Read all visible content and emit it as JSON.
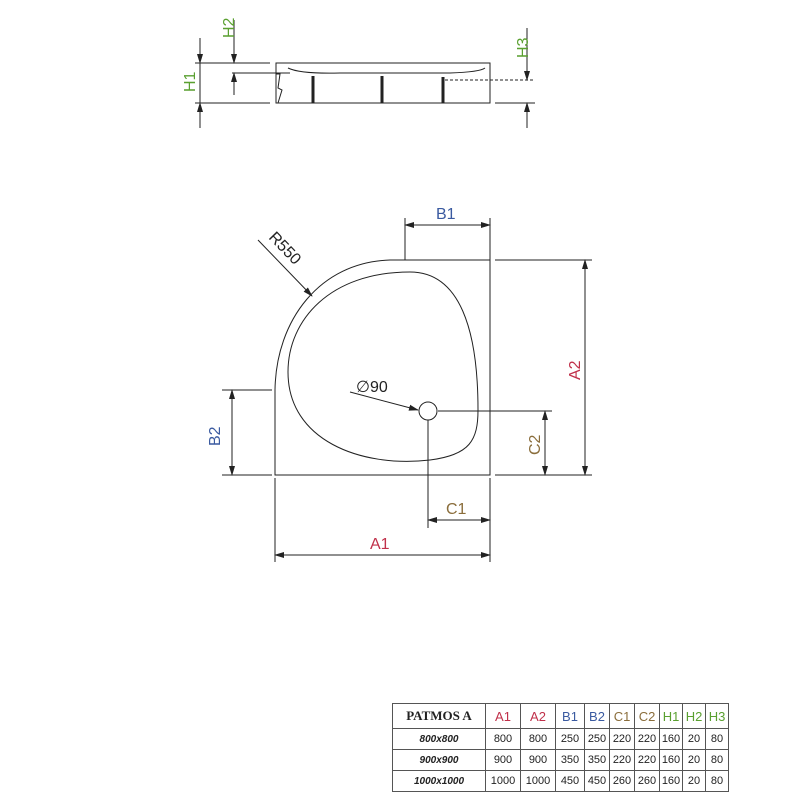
{
  "colors": {
    "A": "#c0304a",
    "B": "#3a5aa0",
    "C": "#8a6d3b",
    "H": "#5aa030",
    "line": "#222222"
  },
  "labels": {
    "H1": "H1",
    "H2": "H2",
    "H3": "H3",
    "B1": "B1",
    "B2": "B2",
    "A1": "A1",
    "A2": "A2",
    "C1": "C1",
    "C2": "C2",
    "R": "R550",
    "drain": "∅90"
  },
  "table": {
    "model": "PATMOS A",
    "columns": [
      "A1",
      "A2",
      "B1",
      "B2",
      "C1",
      "C2",
      "H1",
      "H2",
      "H3"
    ],
    "rows": [
      {
        "size": "800x800",
        "values": [
          "800",
          "800",
          "250",
          "250",
          "220",
          "220",
          "160",
          "20",
          "80"
        ]
      },
      {
        "size": "900x900",
        "values": [
          "900",
          "900",
          "350",
          "350",
          "220",
          "220",
          "160",
          "20",
          "80"
        ]
      },
      {
        "size": "1000x1000",
        "values": [
          "1000",
          "1000",
          "450",
          "450",
          "260",
          "260",
          "160",
          "20",
          "80"
        ]
      }
    ]
  }
}
